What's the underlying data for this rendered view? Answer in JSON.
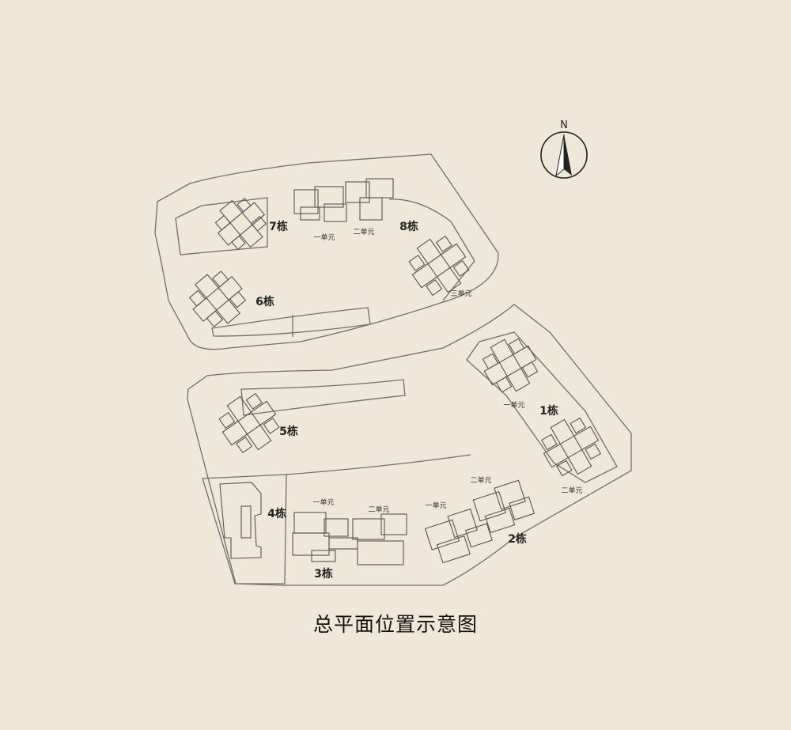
{
  "map": {
    "caption": "总平面位置示意图",
    "north_label": "N",
    "buildings": [
      {
        "id": "b1",
        "label": "1栋"
      },
      {
        "id": "b2",
        "label": "2栋"
      },
      {
        "id": "b3",
        "label": "3栋"
      },
      {
        "id": "b4",
        "label": "4栋"
      },
      {
        "id": "b5",
        "label": "5栋"
      },
      {
        "id": "b6",
        "label": "6栋"
      },
      {
        "id": "b7",
        "label": "7栋"
      },
      {
        "id": "b8",
        "label": "8栋"
      }
    ],
    "units": {
      "b7_u1": "一单元",
      "b8_u2": "二单元",
      "b8_u3": "三单元",
      "b1_u1": "一单元",
      "b1_u2": "二单元",
      "b2_u1": "一单元",
      "b2_u2": "二单元",
      "b3_u1": "一单元",
      "b3_u2": "二单元"
    },
    "colors": {
      "background": "#efe7d7",
      "lines": "#6f6f6f"
    }
  }
}
